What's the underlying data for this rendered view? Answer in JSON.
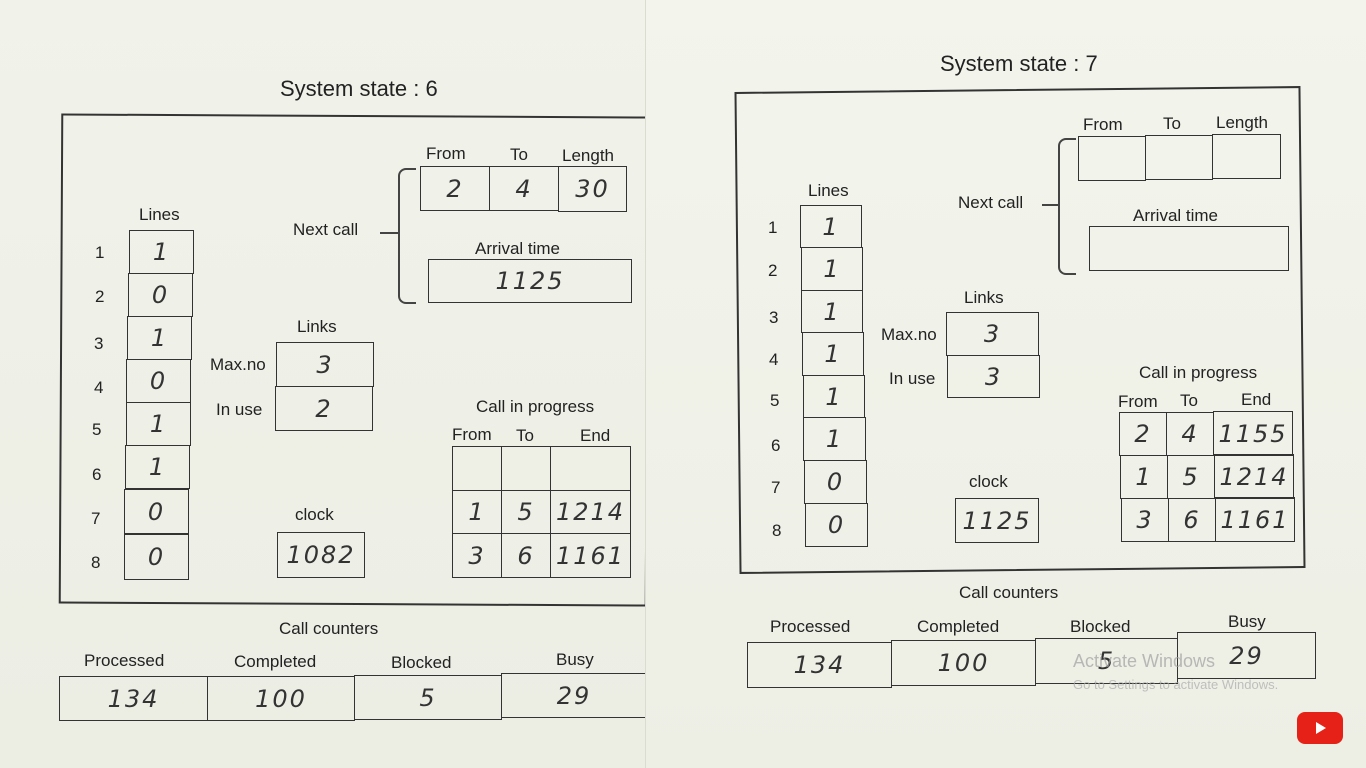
{
  "left": {
    "title": "System state : 6",
    "lines_label": "Lines",
    "line_numbers": [
      "1",
      "2",
      "3",
      "4",
      "5",
      "6",
      "7",
      "8"
    ],
    "line_values": [
      "1",
      "0",
      "1",
      "0",
      "1",
      "1",
      "0",
      "0"
    ],
    "next_call_label": "Next call",
    "next_call_headers": [
      "From",
      "To",
      "Length"
    ],
    "next_call_values": [
      "2",
      "4",
      "30"
    ],
    "arrival_label": "Arrival time",
    "arrival_value": "1125",
    "links_label": "Links",
    "max_label": "Max.no",
    "max_value": "3",
    "inuse_label": "In use",
    "inuse_value": "2",
    "clock_label": "clock",
    "clock_value": "1082",
    "cip_label": "Call in progress",
    "cip_headers": [
      "From",
      "To",
      "End"
    ],
    "cip_rows": [
      [
        "",
        "",
        ""
      ],
      [
        "1",
        "5",
        "1214"
      ],
      [
        "3",
        "6",
        "1161"
      ]
    ],
    "counters_label": "Call counters",
    "counter_headers": [
      "Processed",
      "Completed",
      "Blocked",
      "Busy"
    ],
    "counter_values": [
      "134",
      "100",
      "5",
      "29"
    ]
  },
  "right": {
    "title": "System state : 7",
    "lines_label": "Lines",
    "line_numbers": [
      "1",
      "2",
      "3",
      "4",
      "5",
      "6",
      "7",
      "8"
    ],
    "line_values": [
      "1",
      "1",
      "1",
      "1",
      "1",
      "1",
      "0",
      "0"
    ],
    "next_call_label": "Next call",
    "next_call_headers": [
      "From",
      "To",
      "Length"
    ],
    "next_call_values": [
      "",
      "",
      ""
    ],
    "arrival_label": "Arrival time",
    "arrival_value": "",
    "links_label": "Links",
    "max_label": "Max.no",
    "max_value": "3",
    "inuse_label": "In use",
    "inuse_value": "3",
    "clock_label": "clock",
    "clock_value": "1125",
    "cip_label": "Call in progress",
    "cip_headers": [
      "From",
      "To",
      "End"
    ],
    "cip_rows": [
      [
        "2",
        "4",
        "1155"
      ],
      [
        "1",
        "5",
        "1214"
      ],
      [
        "3",
        "6",
        "1161"
      ]
    ],
    "counters_label": "Call counters",
    "counter_headers": [
      "Processed",
      "Completed",
      "Blocked",
      "Busy"
    ],
    "counter_values": [
      "134",
      "100",
      "5",
      "29"
    ]
  },
  "watermark": {
    "line1": "Activate Windows",
    "line2": "Go to Settings to activate Windows."
  },
  "icons": {
    "youtube": "youtube-play-icon",
    "accent": "#e62117"
  }
}
